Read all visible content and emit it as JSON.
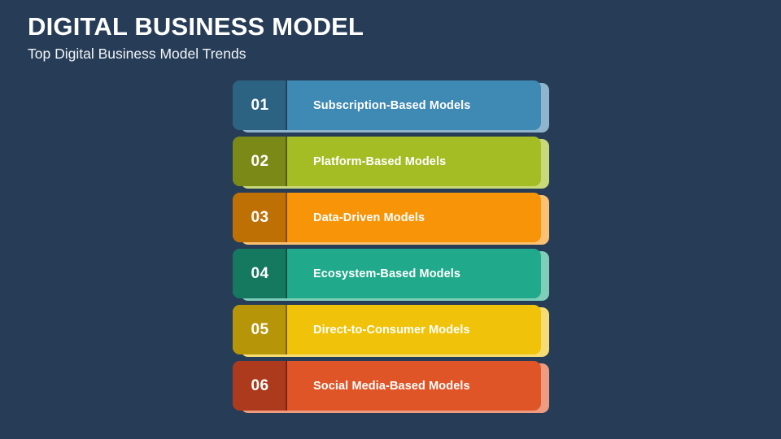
{
  "slide": {
    "background_color": "#273d57",
    "title": "DIGITAL BUSINESS MODEL",
    "subtitle": "Top Digital Business Model Trends"
  },
  "rows": [
    {
      "number": "01",
      "label": "Subscription-Based Models",
      "bar_color": "#3f89b5",
      "num_color": "#2d6382",
      "shadow_color": "#8fb4cd"
    },
    {
      "number": "02",
      "label": "Platform-Based Models",
      "bar_color": "#a5bd25",
      "num_color": "#7b8a17",
      "shadow_color": "#c9d97a"
    },
    {
      "number": "03",
      "label": "Data-Driven Models",
      "bar_color": "#f79408",
      "num_color": "#bf7005",
      "shadow_color": "#fbc173"
    },
    {
      "number": "04",
      "label": "Ecosystem-Based Models",
      "bar_color": "#20a98a",
      "num_color": "#14795f",
      "shadow_color": "#7fceb9"
    },
    {
      "number": "05",
      "label": "Direct-to-Consumer Models",
      "bar_color": "#f0c30a",
      "num_color": "#b79509",
      "shadow_color": "#f6dd73"
    },
    {
      "number": "06",
      "label": "Social Media-Based Models",
      "bar_color": "#e05527",
      "num_color": "#ad3a1c",
      "shadow_color": "#ef9b7f"
    }
  ]
}
